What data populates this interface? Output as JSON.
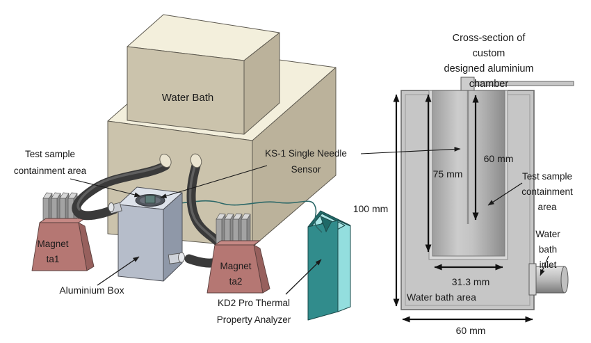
{
  "left_diagram": {
    "water_bath_label": "Water Bath",
    "test_sample_label": "Test sample\ncontainment area",
    "ks1_label": "KS-1 Single Needle\nSensor",
    "magnet1_label": "Magnet\nta1",
    "magnet2_label": "Magnet\nta2",
    "aluminium_box_label": "Aluminium Box",
    "kd2_label": "KD2 Pro Thermal\nProperty Analyzer"
  },
  "cross_section": {
    "title": "Cross-section of custom\ndesigned aluminium chamber",
    "height_dim": "100 mm",
    "cavity_depth_dim": "75 mm",
    "needle_depth_dim": "60 mm",
    "cavity_width_dim": "31.3 mm",
    "outer_width_dim": "60 mm",
    "test_sample_label": "Test sample\ncontainment\narea",
    "inlet_label": "Water bath\ninlet",
    "water_bath_area_label": "Water bath area"
  },
  "colors": {
    "box_top": "#f3efdc",
    "box_front": "#cbc3ac",
    "box_side": "#bbb29b",
    "alu_front": "#b6bdca",
    "alu_side": "#8f98a8",
    "alu_top": "#dde2ea",
    "magnet_base": "#b57773",
    "magnet_base_side": "#97605d",
    "magnet_base_top": "#c68985",
    "hose": "#3a3a3a",
    "hose_tip": "#eae4d0",
    "kd2_front": "#318c8c",
    "kd2_side": "#93dede",
    "kd2_top": "#1f6a68",
    "kd2_notch": "#a8e4e4",
    "cable": "#2c6868",
    "chamber_body": "#c6c6c6",
    "arrow": "#111111"
  }
}
